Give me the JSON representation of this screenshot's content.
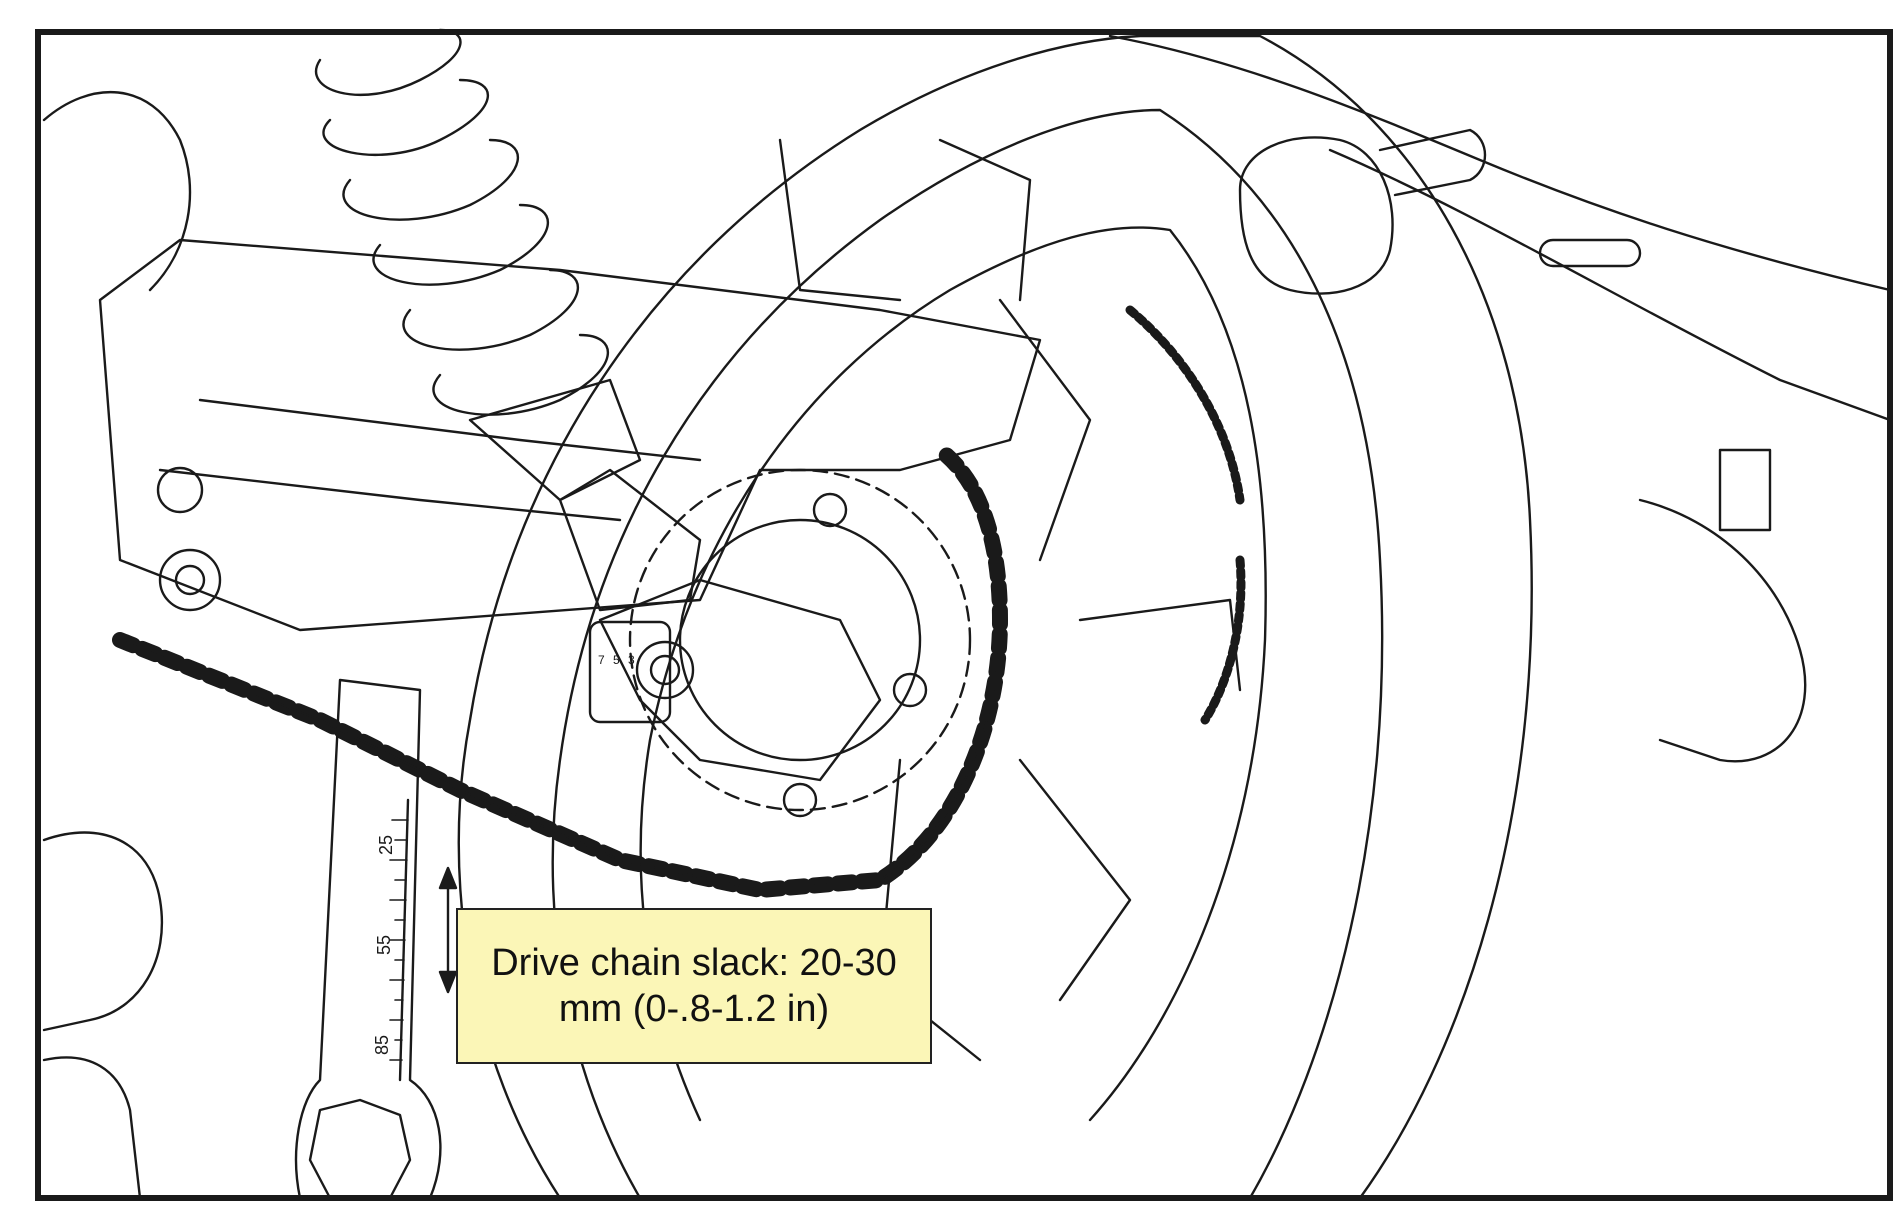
{
  "callout": {
    "line1": "Drive chain slack: 20-30",
    "line2": "mm (0-.8-1.2 in)"
  },
  "gauge": {
    "marks": [
      "25",
      "55",
      "85"
    ]
  },
  "adjuster": {
    "marks": [
      "7",
      "5",
      "3"
    ]
  },
  "colors": {
    "stroke": "#1a1a1a",
    "callout_fill": "#fbf6b7",
    "background": "#ffffff"
  }
}
